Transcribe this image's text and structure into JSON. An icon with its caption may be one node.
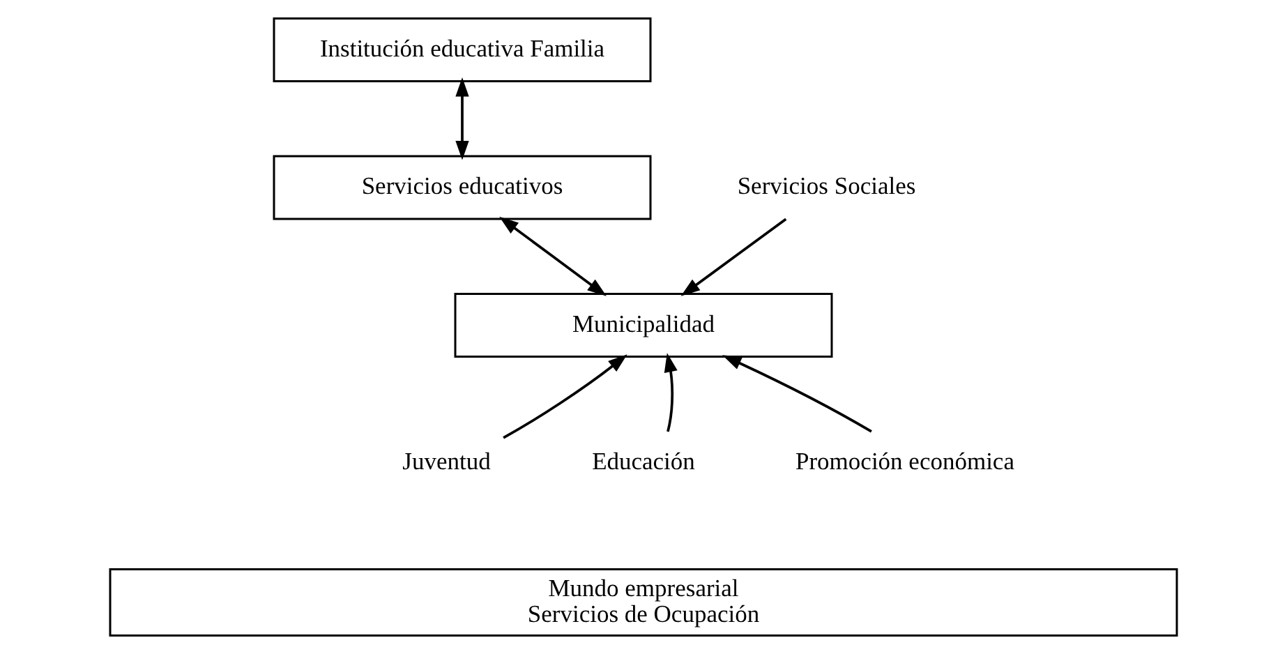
{
  "diagram": {
    "nodes": [
      {
        "text": [
          "Institución educativa Familia"
        ]
      },
      {
        "text": [
          "Servicios educativos"
        ]
      },
      {
        "text": [
          "Municipalidad"
        ]
      },
      {
        "text": [
          "Servicios Sociales"
        ]
      },
      {
        "text": [
          "Juventud"
        ]
      },
      {
        "text": [
          "Educación"
        ]
      },
      {
        "text": [
          "Promoción económica"
        ]
      },
      {
        "text": [
          "Mundo empresarial",
          "Servicios de Ocupación"
        ]
      }
    ],
    "edges": [
      {
        "from": 0,
        "to": 1,
        "arrow": "both"
      },
      {
        "from": 1,
        "to": 2,
        "arrow": "both"
      },
      {
        "from": 3,
        "to": 2,
        "arrow": "to"
      },
      {
        "from": 4,
        "to": 2,
        "arrow": "to"
      },
      {
        "from": 5,
        "to": 2,
        "arrow": "to"
      },
      {
        "from": 6,
        "to": 2,
        "arrow": "to"
      }
    ]
  }
}
